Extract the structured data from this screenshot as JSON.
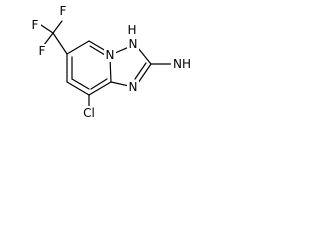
{
  "atoms": {
    "f_top": "F",
    "f_left": "F",
    "f_bottom": "F",
    "n_ring": "N",
    "n_h": "N",
    "h_on_n": "H",
    "n_lower": "N",
    "nh_group": "NH",
    "cl": "Cl"
  },
  "colors": {
    "bond": "#000000",
    "label": "#000000",
    "background": "#ffffff"
  }
}
